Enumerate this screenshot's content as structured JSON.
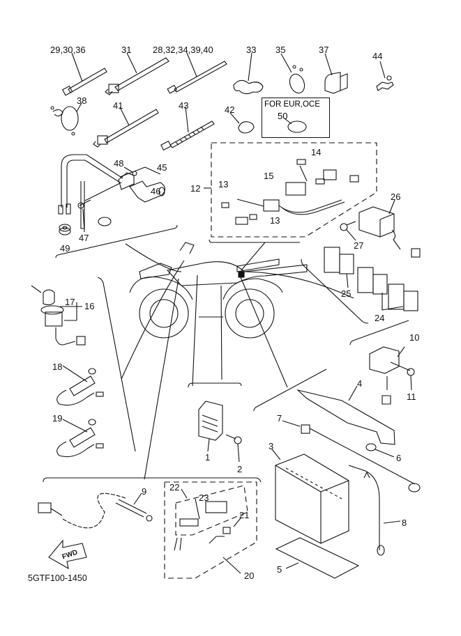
{
  "diagram": {
    "title": "Electrical parts exploded view",
    "diagram_code": "5GTF100-1450",
    "fwd_label": "FWD",
    "note_box": {
      "text": "FOR EUR,OCE",
      "part": "50"
    },
    "callouts": {
      "c29_30_36": "29,30,36",
      "c31": "31",
      "c28_32_34_39_40": "28,32,34,39,40",
      "c33": "33",
      "c35": "35",
      "c37": "37",
      "c44": "44",
      "c38": "38",
      "c41": "41",
      "c43": "43",
      "c42": "42",
      "c48": "48",
      "c45": "45",
      "c46": "46",
      "c47": "47",
      "c49": "49",
      "c12": "12",
      "c13a": "13",
      "c13b": "13",
      "c14": "14",
      "c15": "15",
      "c26": "26",
      "c27": "27",
      "c25": "25",
      "c24": "24",
      "c17": "17",
      "c16": "16",
      "c18": "18",
      "c19": "19",
      "c10": "10",
      "c11": "11",
      "c4": "4",
      "c1": "1",
      "c2": "2",
      "c7": "7",
      "c3": "3",
      "c6": "6",
      "c8": "8",
      "c5": "5",
      "c9": "9",
      "c22": "22",
      "c23": "23",
      "c21": "21",
      "c20": "20"
    }
  }
}
